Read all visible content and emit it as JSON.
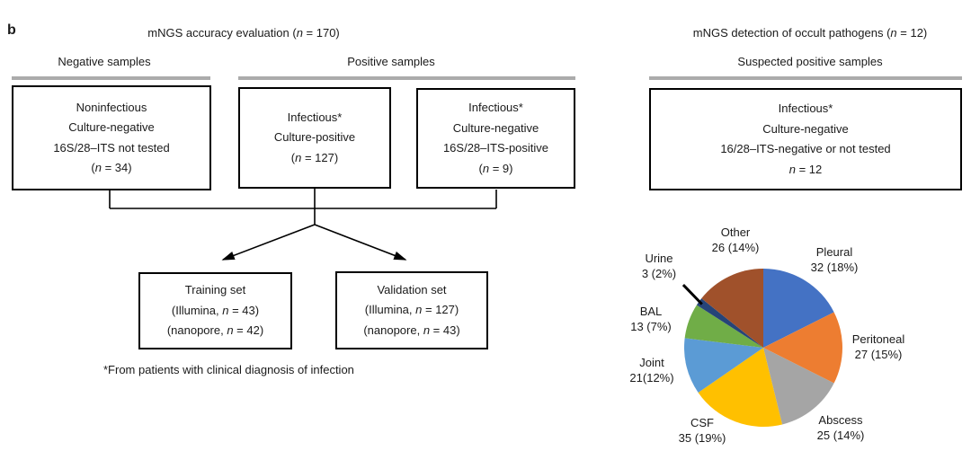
{
  "panel_label": "b",
  "accuracy_flowchart": {
    "title": "mNGS accuracy evaluation (n = 170)",
    "negative_header": "Negative samples",
    "positive_header": "Positive samples",
    "boxes": {
      "noninfectious": {
        "lines": [
          "Noninfectious",
          "Culture-negative",
          "16S/28–ITS not tested",
          "(n = 34)"
        ]
      },
      "culture_positive": {
        "lines": [
          "Infectious*",
          "Culture-positive",
          "(n = 127)"
        ]
      },
      "its_positive": {
        "lines": [
          "Infectious*",
          "Culture-negative",
          "16S/28–ITS-positive",
          "(n = 9)"
        ]
      },
      "training": {
        "lines": [
          "Training set",
          "(Illumina, n = 43)",
          "(nanopore, n = 42)"
        ]
      },
      "validation": {
        "lines": [
          "Validation set",
          "(Illumina, n = 127)",
          "(nanopore, n = 43)"
        ]
      }
    },
    "footnote": "*From patients with clinical diagnosis of infection"
  },
  "occult_panel": {
    "title": "mNGS detection of occult pathogens (n = 12)",
    "subtitle": "Suspected positive samples",
    "box": {
      "lines": [
        "Infectious*",
        "Culture-negative",
        "16/28–ITS-negative or not tested",
        "n = 12"
      ]
    }
  },
  "chart_data": {
    "type": "pie",
    "title": "mNGS detection of occult pathogens (n = 12)",
    "start_angle": "12 o'clock",
    "direction": "clockwise",
    "legend_position": "labels around pie",
    "slices": [
      {
        "label": "Pleural",
        "count": 32,
        "display": "32 (18%)",
        "color": "#4472C4"
      },
      {
        "label": "Peritoneal",
        "count": 27,
        "display": "27 (15%)",
        "color": "#ED7D31"
      },
      {
        "label": "Abscess",
        "count": 25,
        "display": "25 (14%)",
        "color": "#A5A5A5"
      },
      {
        "label": "CSF",
        "count": 35,
        "display": "35 (19%)",
        "color": "#FFC000"
      },
      {
        "label": "Joint",
        "count": 21,
        "display": "21(12%)",
        "color": "#5B9BD5"
      },
      {
        "label": "BAL",
        "count": 13,
        "display": "13 (7%)",
        "color": "#70AD47"
      },
      {
        "label": "Urine",
        "count": 3,
        "display": "3 (2%)",
        "color": "#264478"
      },
      {
        "label": "Other",
        "count": 26,
        "display": "26 (14%)",
        "color": "#A0512B"
      }
    ]
  },
  "style": {
    "divider_color": "#ABABAB",
    "border_color": "#000000"
  }
}
